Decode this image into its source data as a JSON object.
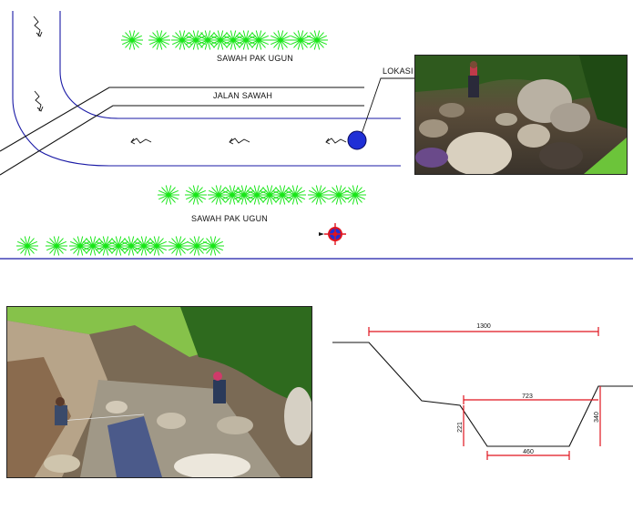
{
  "site_plan": {
    "road_label": "JALAN SAWAH",
    "field_label_top": "SAWAH PAK UGUN",
    "field_label_bottom": "SAWAH PAK UGUN",
    "location_label": "LOKASI",
    "colors": {
      "stream": "#1a1aa6",
      "location_dot": "#1f2fd6",
      "vegetation": "#19e619",
      "road": "#111111"
    },
    "icons": [
      "grass-tuft-icon",
      "flow-arrow-icon",
      "north-arrow-icon",
      "location-marker-icon"
    ]
  },
  "photos": {
    "location_photo": "location-photo",
    "measurement_photo": "measurement-photo"
  },
  "cross_section": {
    "top_width": "1300",
    "middle_width": "723",
    "bottom_width": "460",
    "left_depth": "221",
    "right_depth": "340",
    "dimension_color": "#e0141e"
  }
}
